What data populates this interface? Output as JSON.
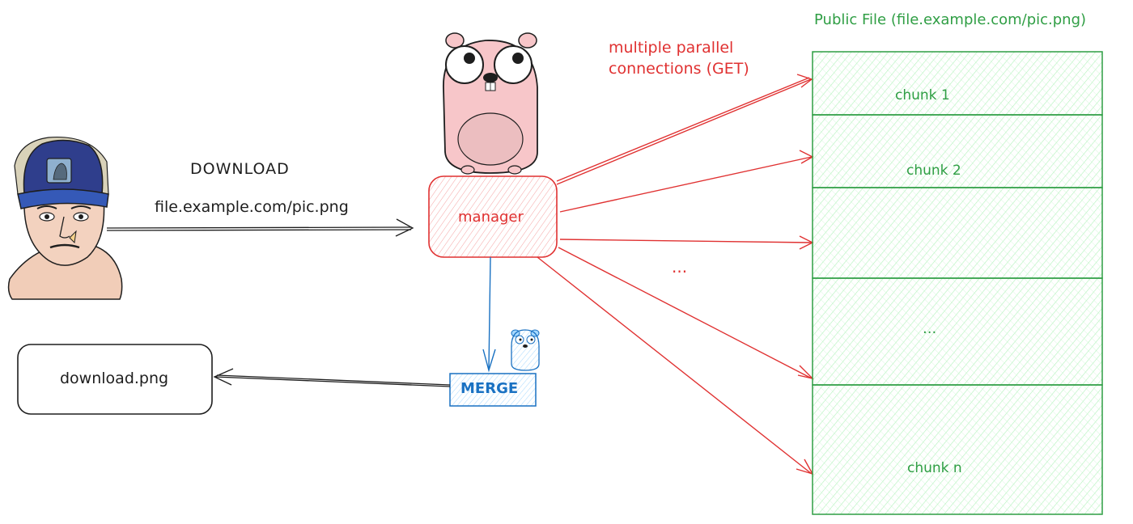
{
  "labels": {
    "download_title": "DOWNLOAD",
    "download_url": "file.example.com/pic.png",
    "manager": "manager",
    "merge": "MERGE",
    "output_file": "download.png",
    "parallel_line1": "multiple parallel",
    "parallel_line2": "connections (GET)",
    "ellipsis_arrows": "...",
    "public_file_title": "Public File (file.example.com/pic.png)"
  },
  "chunks": [
    {
      "label": "chunk 1"
    },
    {
      "label": "chunk 2"
    },
    {
      "label": ""
    },
    {
      "label": "..."
    },
    {
      "label": "chunk n"
    }
  ],
  "colors": {
    "ink": "#1e1e1e",
    "red": "#e03131",
    "red_fill": "#ffc9c9",
    "blue": "#1971c2",
    "blue_fill": "#a5d8ff",
    "green": "#2f9e44",
    "green_fill": "#b2f2bb",
    "gopher_pink": "#f7c6c9",
    "gopher_blue": "#a5d8ff"
  }
}
